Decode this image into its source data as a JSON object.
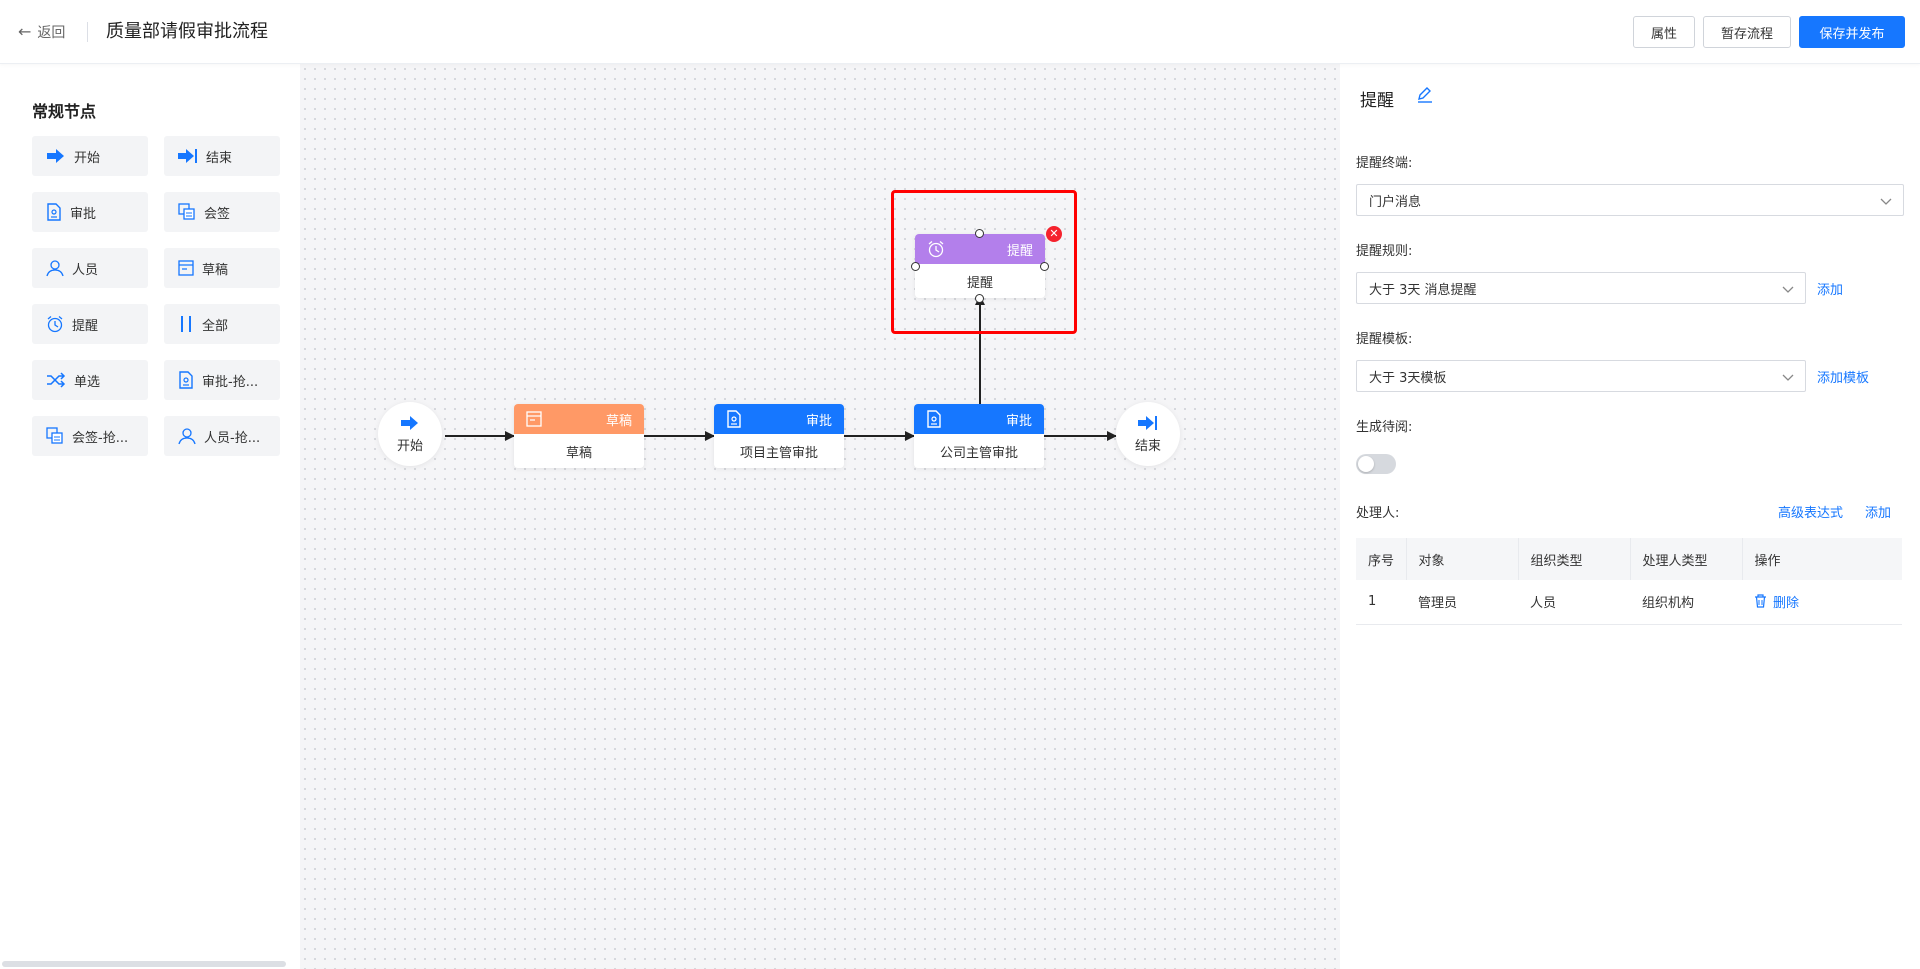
{
  "header": {
    "back_label": "返回",
    "title": "质量部请假审批流程",
    "buttons": {
      "properties": "属性",
      "save_draft": "暂存流程",
      "save_publish": "保存并发布"
    },
    "accent_color": "#1677ff"
  },
  "palette": {
    "title": "常规节点",
    "items": [
      {
        "label": "开始",
        "icon": "start-arrow-icon"
      },
      {
        "label": "结束",
        "icon": "end-arrow-icon"
      },
      {
        "label": "审批",
        "icon": "approve-doc-icon"
      },
      {
        "label": "会签",
        "icon": "countersign-icon"
      },
      {
        "label": "人员",
        "icon": "person-icon"
      },
      {
        "label": "草稿",
        "icon": "draft-window-icon"
      },
      {
        "label": "提醒",
        "icon": "alarm-clock-icon"
      },
      {
        "label": "全部",
        "icon": "parallel-bars-icon"
      },
      {
        "label": "单选",
        "icon": "shuffle-icon"
      },
      {
        "label": "审批-抢...",
        "icon": "approve-doc-icon"
      },
      {
        "label": "会签-抢...",
        "icon": "countersign-icon"
      },
      {
        "label": "人员-抢...",
        "icon": "person-icon"
      }
    ]
  },
  "canvas": {
    "nodes": {
      "start": {
        "label": "开始"
      },
      "draft": {
        "type": "草稿",
        "label": "草稿",
        "color": "#ff9966"
      },
      "project_approval": {
        "type": "审批",
        "label": "项目主管审批",
        "color": "#1677ff"
      },
      "company_approval": {
        "type": "审批",
        "label": "公司主管审批",
        "color": "#1677ff"
      },
      "reminder": {
        "type": "提醒",
        "label": "提醒",
        "color": "#b37feb"
      },
      "end": {
        "label": "结束"
      }
    },
    "delete_glyph": "✕"
  },
  "properties": {
    "title": "提醒",
    "terminal": {
      "label": "提醒终端:",
      "value": "门户消息"
    },
    "rule": {
      "label": "提醒规则:",
      "value": "大于 3天 消息提醒",
      "action": "添加"
    },
    "template": {
      "label": "提醒模板:",
      "value": "大于 3天模板",
      "action": "添加模板"
    },
    "todo": {
      "label": "生成待阅:",
      "enabled": false
    },
    "handlers": {
      "label": "处理人:",
      "advanced": "高级表达式",
      "add": "添加",
      "columns": [
        "序号",
        "对象",
        "组织类型",
        "处理人类型",
        "操作"
      ],
      "rows": [
        {
          "index": "1",
          "object": "管理员",
          "org_type": "人员",
          "handler_type": "组织机构",
          "action": "删除"
        }
      ]
    }
  }
}
